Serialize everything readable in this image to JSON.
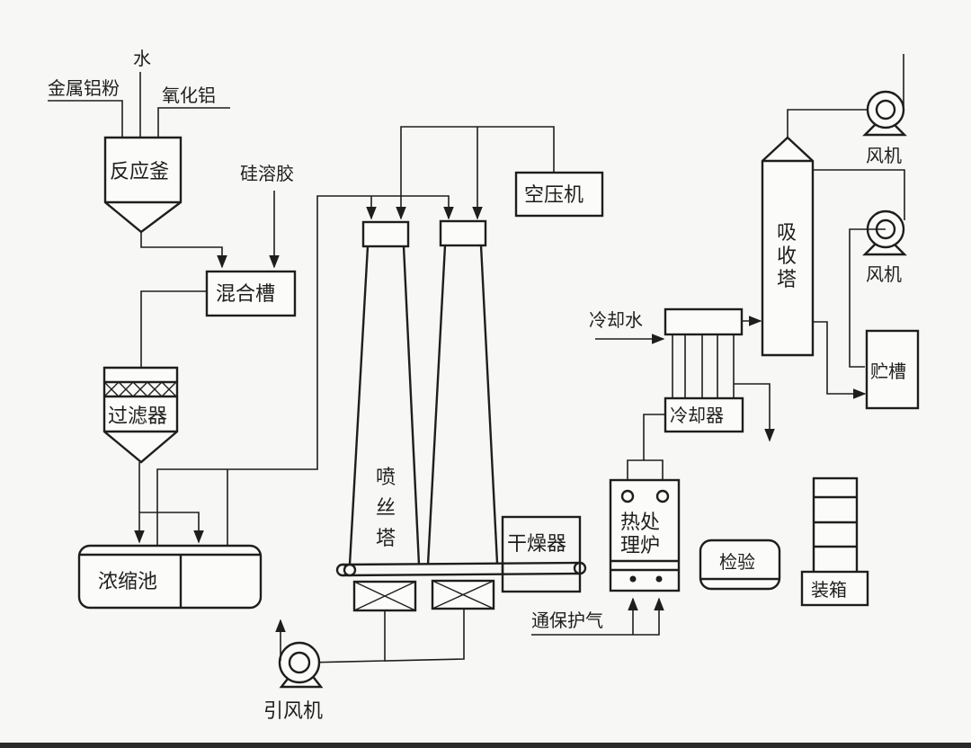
{
  "figure": {
    "type": "process-flow-diagram",
    "colors": {
      "ink": "#1e1e1e",
      "paper": "#f7f7f5"
    }
  },
  "inputs": {
    "water": "水",
    "aluminum_powder": "金属铝粉",
    "alumina": "氧化铝",
    "silica_sol": "硅溶胶",
    "cooling_water": "冷却水",
    "protective_gas": "通保护气"
  },
  "equipment": {
    "reactor": "反应釜",
    "mixing_tank": "混合槽",
    "filter": "过滤器",
    "concentration_tank": "浓缩池",
    "spinning_tower": [
      "喷",
      "丝",
      "塔"
    ],
    "air_compressor": "空压机",
    "dryer": "干燥器",
    "induced_draft_fan": "引风机",
    "cooler": "冷却器",
    "absorption_tower": [
      "吸",
      "收",
      "塔"
    ],
    "fan_top": "风机",
    "fan_middle": "风机",
    "storage_tank": "贮槽",
    "heat_treatment_furnace": [
      "热处",
      "理炉"
    ],
    "inspection": "检验",
    "packing": "装箱"
  },
  "flow_sequence": [
    "反应釜",
    "混合槽",
    "过滤器",
    "浓缩池",
    "喷丝塔",
    "干燥器",
    "热处理炉",
    "检验",
    "装箱"
  ]
}
